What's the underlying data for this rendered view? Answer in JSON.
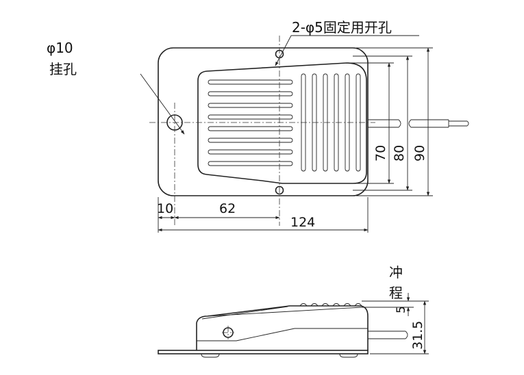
{
  "top_view": {
    "labels": {
      "fixing_holes": "2-φ5固定用开孔",
      "hang_hole_dia": "φ10",
      "hang_hole_name": "挂孔"
    },
    "dimensions": {
      "d10": "10",
      "d62": "62",
      "d124": "124",
      "d70": "70",
      "d80": "80",
      "d90": "90"
    }
  },
  "side_view": {
    "labels": {
      "stroke_1": "冲",
      "stroke_2": "程"
    },
    "dimensions": {
      "d5": "5",
      "d31_5": "31.5"
    }
  }
}
